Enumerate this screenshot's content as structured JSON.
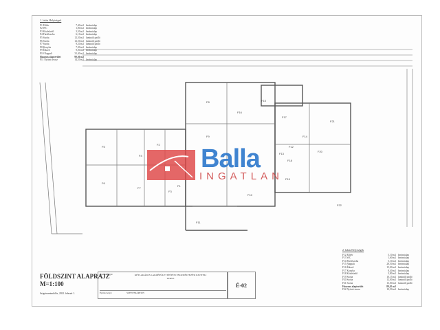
{
  "legend_left": {
    "title": "1. lakás Helyiségek",
    "rows": [
      {
        "name": "F1 Előtér",
        "area": "7,40 m2",
        "floor": "kerámialap"
      },
      {
        "name": "F2 WC",
        "area": "1,80 m2",
        "floor": "kerámialap"
      },
      {
        "name": "F3 Közlekedő",
        "area": "3,50 m2",
        "floor": "kerámialap"
      },
      {
        "name": "F4 Fürdőszoba",
        "area": "6,10 m2",
        "floor": "kerámialap"
      },
      {
        "name": "F5 Szoba",
        "area": "12,50 m2",
        "floor": "laminált padló"
      },
      {
        "name": "F6 Szoba",
        "area": "12,50 m2",
        "floor": "laminált padló"
      },
      {
        "name": "F7 Szoba",
        "area": "9,20 m2",
        "floor": "laminált padló"
      },
      {
        "name": "F8 Konyha",
        "area": "7,00 m2",
        "floor": "kerámialap"
      },
      {
        "name": "F9 Étkező",
        "area": "9,00 m2",
        "floor": "kerámialap"
      },
      {
        "name": "F10 Nappali",
        "area": "31,40 m2",
        "floor": "kerámialap"
      }
    ],
    "total_label": "Hasznos alapterület",
    "total_area": "99,50 m2",
    "extra": {
      "name": "F11 Nyitott terasz",
      "area": "14,20 m2",
      "floor": "kerámialap"
    }
  },
  "legend_right": {
    "title": "2. lakás Helyiségek",
    "rows": [
      {
        "name": "F12 Előtér",
        "area": "5,10 m2",
        "floor": "kerámialap"
      },
      {
        "name": "F13 WC",
        "area": "1,60 m2",
        "floor": "kerámialap"
      },
      {
        "name": "F14 Fürdőszoba",
        "area": "5,10 m2",
        "floor": "kerámialap"
      },
      {
        "name": "F15 Nappali",
        "area": "28,50 m2",
        "floor": "kerámialap"
      },
      {
        "name": "F16 Étkező",
        "area": "15,00 m2",
        "floor": "kerámialap"
      },
      {
        "name": "F17 Konyha",
        "area": "8,40 m2",
        "floor": "kerámialap"
      },
      {
        "name": "F18 Közlekedő",
        "area": "3,80 m2",
        "floor": "kerámialap"
      },
      {
        "name": "F19 Szoba",
        "area": "10,15 m2",
        "floor": "laminált padló"
      },
      {
        "name": "F20 Szoba",
        "area": "12,00 m2",
        "floor": "laminált padló"
      },
      {
        "name": "F21 Szoba",
        "area": "13,00 m2",
        "floor": "laminált padló"
      }
    ],
    "total_label": "Hasznos alapterület",
    "total_area": "89,45 m2",
    "extra": {
      "name": "F22 Nyitott terasz",
      "area": "10,50 m2",
      "floor": "kerámialap"
    }
  },
  "rooms": [
    "F1",
    "F2",
    "F3",
    "F4",
    "F5",
    "F6",
    "F7",
    "F8",
    "F9",
    "F10",
    "F11",
    "F12",
    "F13",
    "F14",
    "F15",
    "F16",
    "F17",
    "F18",
    "F19",
    "F20",
    "F21",
    "F22"
  ],
  "title_block": {
    "title_line1": "FÖLDSZINT ALAPRAJZ",
    "title_line2": "M=1:100",
    "date": "Szigetszentmiklós, 2021. február 1.",
    "subject_label": "Építés tárgya:",
    "project": "KÉTLAKÁSOS LAKÓÉPÜLET ÉPÍTÉSI ENGEDÉLYEZÉSI KIVITELI TERVE",
    "location_label": "Építés helye:",
    "location": "SZENTMÁRTON",
    "sheet_code": "É-02"
  },
  "logo": {
    "brand": "Balla",
    "sub": "INGATLAN"
  },
  "colors": {
    "logo_red": "#de4646",
    "logo_blue": "#1e6ec8"
  }
}
